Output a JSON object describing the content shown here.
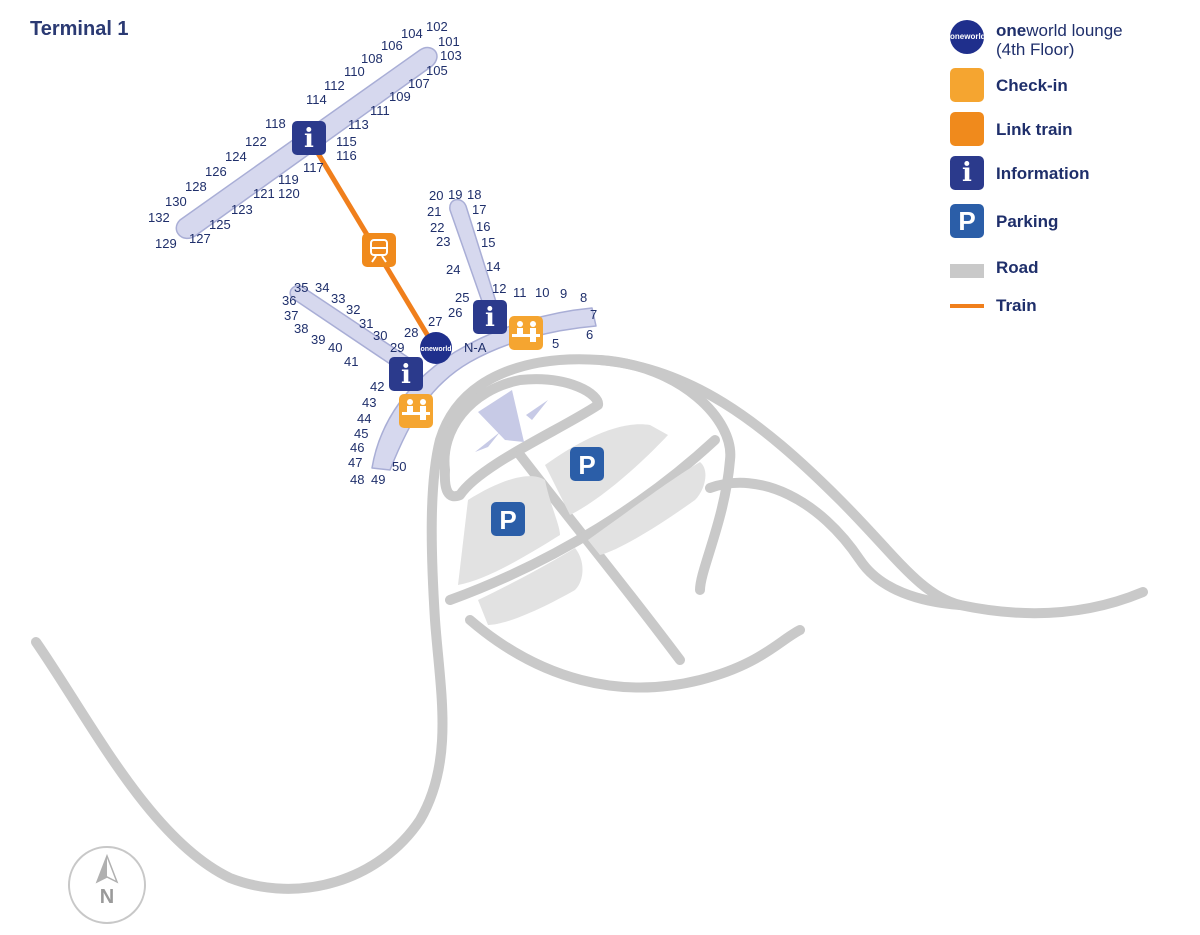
{
  "title": "Terminal 1",
  "legend": {
    "oneworld": {
      "name_pre": "one",
      "name_rest": "world lounge",
      "floor": "(4th Floor)",
      "icon": "oneworld-logo-icon"
    },
    "checkin": {
      "label": "Check-in",
      "icon": "check-in-icon"
    },
    "link_train": {
      "label": "Link train",
      "icon": "train-icon"
    },
    "information": {
      "label": "Information",
      "icon": "info-icon"
    },
    "parking": {
      "label": "Parking",
      "icon": "parking-icon"
    },
    "road": {
      "label": "Road"
    },
    "train": {
      "label": "Train"
    }
  },
  "icon_glyphs": {
    "info": "i",
    "parking": "P",
    "oneworld": "oneworld",
    "north": "N"
  },
  "labels": {
    "na": "N-A"
  },
  "gates": {
    "pier_100": [
      "102",
      "104",
      "101",
      "106",
      "103",
      "108",
      "105",
      "110",
      "107",
      "112",
      "109",
      "114",
      "111",
      "118",
      "113",
      "122",
      "115",
      "116",
      "124",
      "117",
      "126",
      "119",
      "128",
      "121",
      "120",
      "130",
      "123",
      "132",
      "125",
      "129",
      "127"
    ],
    "pier_north": [
      "19",
      "18",
      "20",
      "17",
      "21",
      "16",
      "22",
      "23",
      "15",
      "24",
      "14",
      "12",
      "25",
      "11",
      "10",
      "9",
      "8",
      "26",
      "7",
      "6",
      "5"
    ],
    "pier_west": [
      "35",
      "34",
      "36",
      "33",
      "32",
      "37",
      "31",
      "38",
      "30",
      "39",
      "40",
      "28",
      "27",
      "29",
      "41",
      "42",
      "43",
      "44",
      "45",
      "46",
      "47",
      "50",
      "48",
      "49"
    ]
  },
  "colors": {
    "terminal": "#d6d8ee",
    "terminal_stroke": "#a9aed6",
    "road": "#c9c9c9",
    "train": "#f07f1c",
    "info": "#2b3a8c",
    "parking": "#2b5ea8",
    "checkin": "#f5a530",
    "oneworld": "#1f2f8c",
    "text": "#1f2f6b"
  }
}
